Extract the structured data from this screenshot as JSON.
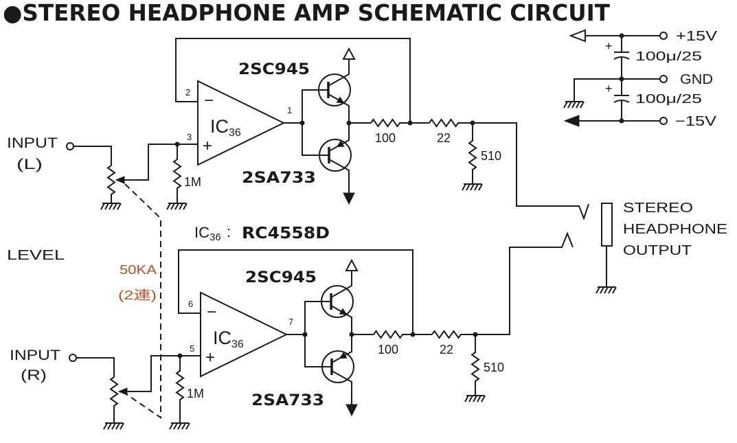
{
  "title": "●STEREO HEADPHONE AMP SCHEMATIC CIRCUIT",
  "colors": {
    "ink": "#1a1a1a",
    "background": "#ffffff",
    "annotation": "#b0522c"
  },
  "level_label": "LEVEL",
  "pot_annotation": {
    "value": "50KA",
    "note": "(2連)"
  },
  "ic_note": {
    "prefix": "IC",
    "sub": "36",
    "sep": ":",
    "part": "RC4558D"
  },
  "channels": [
    {
      "input_label": "INPUT",
      "input_channel": "(L)",
      "opamp": {
        "prefix": "IC",
        "sub": "36",
        "inv_pin": "2",
        "noninv_pin": "3",
        "out_pin": "1",
        "inv_sign": "−",
        "noninv_sign": "+"
      },
      "npn": "2SC945",
      "pnp": "2SA733",
      "r_bias": "1M",
      "r_out": "100",
      "r_series": "22",
      "r_load": "510"
    },
    {
      "input_label": "INPUT",
      "input_channel": "(R)",
      "opamp": {
        "prefix": "IC",
        "sub": "36",
        "inv_pin": "6",
        "noninv_pin": "5",
        "out_pin": "7",
        "inv_sign": "−",
        "noninv_sign": "+"
      },
      "npn": "2SC945",
      "pnp": "2SA733",
      "r_bias": "1M",
      "r_out": "100",
      "r_series": "22",
      "r_load": "510"
    }
  ],
  "output": {
    "lines": [
      "STEREO",
      "HEADPHONE",
      "OUTPUT"
    ]
  },
  "power": {
    "pos_rail": "+15V",
    "gnd": "GND",
    "neg_rail": "−15V",
    "caps": [
      {
        "value": "100μ/25",
        "polarity": "+"
      },
      {
        "value": "100μ/25",
        "polarity": "+"
      }
    ]
  }
}
